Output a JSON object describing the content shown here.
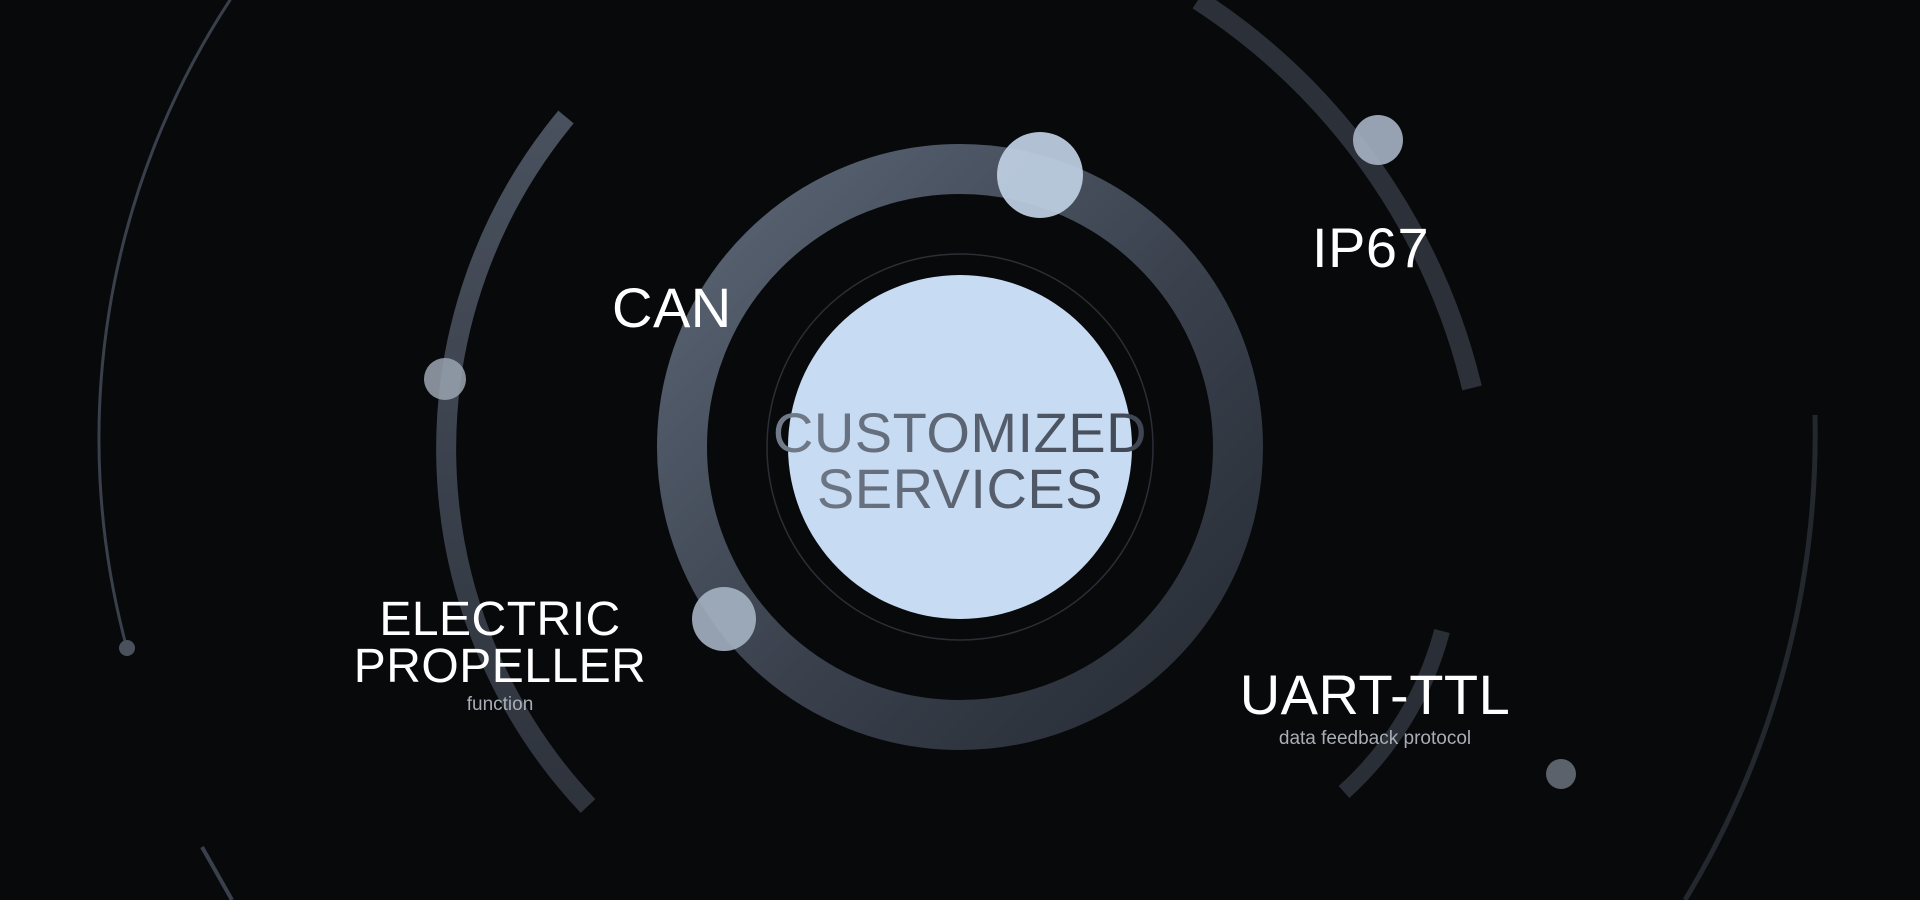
{
  "center": {
    "line1": "CUSTOMIZED",
    "line2": "SERVICES"
  },
  "features": {
    "can": {
      "title": "CAN"
    },
    "ip67": {
      "title": "IP67"
    },
    "electric_propeller": {
      "title_line1": "ELECTRIC",
      "title_line2": "PROPELLER",
      "subtitle": "function"
    },
    "uart_ttl": {
      "title": "UART-TTL",
      "subtitle": "data feedback protocol"
    }
  },
  "colors": {
    "background": "#08090b",
    "center_disc": "#c7dbf2",
    "ring": "#4e5766",
    "dot": "#b8c8dc",
    "text": "#ffffff",
    "subtext": "#a8adb6"
  }
}
